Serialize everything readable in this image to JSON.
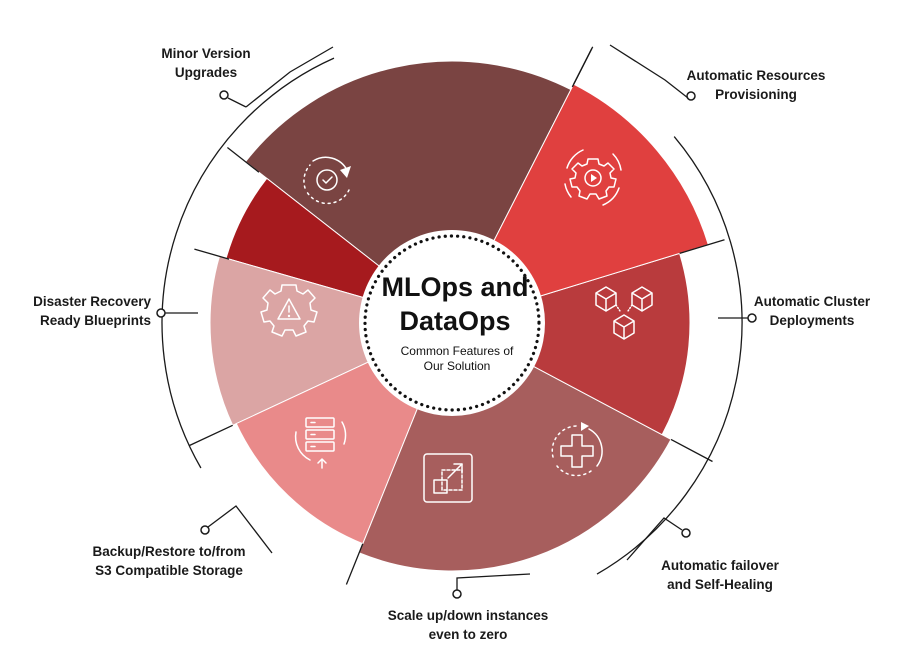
{
  "center": {
    "title_line1": "MLOps and",
    "title_line2": "DataOps",
    "subtitle_line1": "Common Features of",
    "subtitle_line2": "Our Solution"
  },
  "colors": {
    "maroon_brown": "#7a4442",
    "deep_red": "#a61a1e",
    "light_pink": "#dba5a4",
    "salmon_pink": "#e98a8a",
    "mauve_red": "#a75e5d",
    "brick_red": "#b93b3d",
    "bright_red": "#e0403f"
  },
  "features": [
    {
      "id": "minor-version-upgrades",
      "line1": "Minor Version",
      "line2": "Upgrades",
      "icon": "refresh-check-icon"
    },
    {
      "id": "disaster-recovery",
      "line1": "Disaster Recovery",
      "line2": "Ready Blueprints",
      "icon": "gear-warning-icon"
    },
    {
      "id": "backup-restore",
      "line1": "Backup/Restore to/from",
      "line2": "S3 Compatible Storage",
      "icon": "server-sync-icon"
    },
    {
      "id": "scale-instances",
      "line1": "Scale up/down instances",
      "line2": "even to zero",
      "icon": "scale-arrow-icon"
    },
    {
      "id": "failover",
      "line1": "Automatic failover",
      "line2": "and Self-Healing",
      "icon": "medical-cross-icon"
    },
    {
      "id": "cluster-deployments",
      "line1": "Automatic Cluster",
      "line2": "Deployments",
      "icon": "cubes-icon"
    },
    {
      "id": "resources-provisioning",
      "line1": "Automatic Resources",
      "line2": "Provisioning",
      "icon": "gear-play-icon"
    }
  ]
}
